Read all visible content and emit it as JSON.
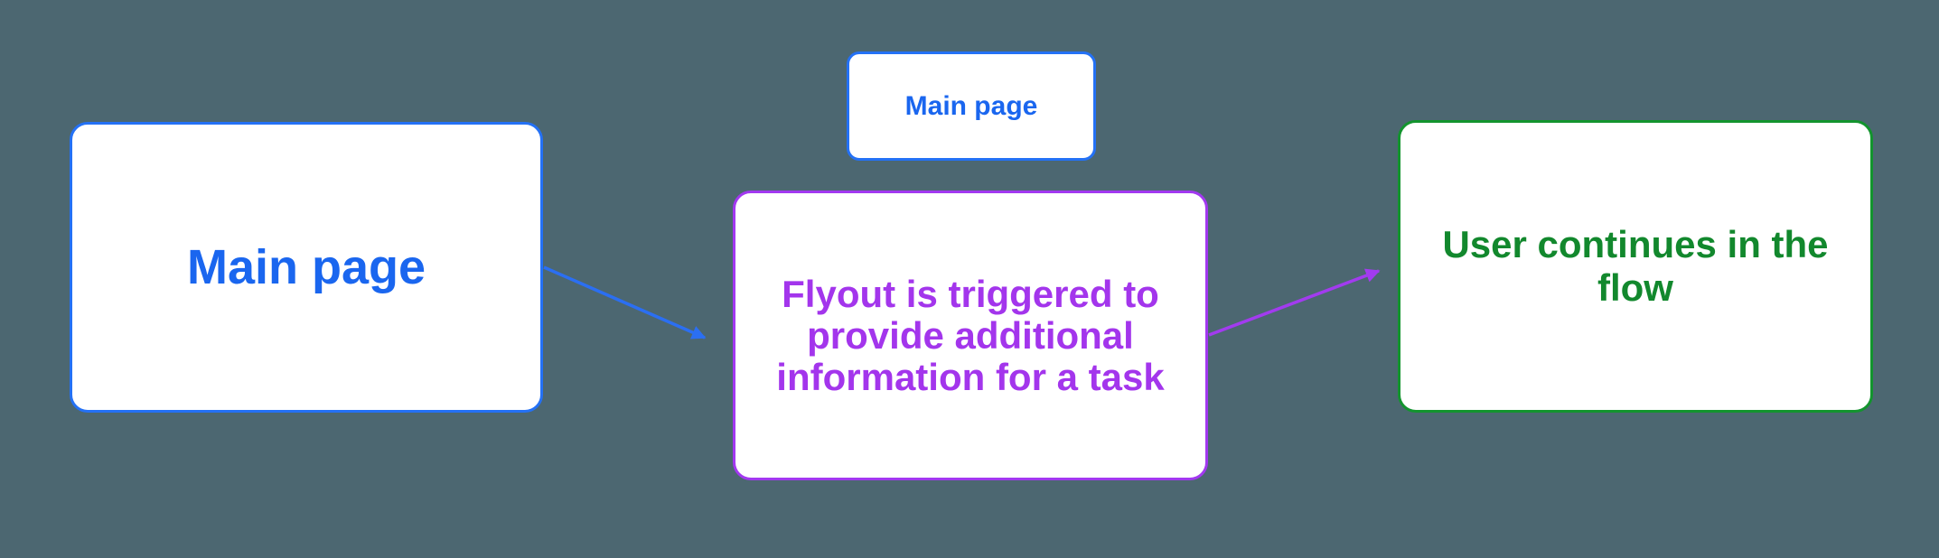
{
  "canvas": {
    "background_color": "#4C6771"
  },
  "nodes": {
    "main_page": {
      "label": "Main page",
      "text_color": "#1A66EF",
      "border_color": "#2471F5",
      "fill_color": "#FFFFFF"
    },
    "main_page_small": {
      "label": "Main page",
      "text_color": "#1A66EF",
      "border_color": "#2471F5",
      "fill_color": "#FFFFFF"
    },
    "flyout": {
      "label": "Flyout is triggered to\nprovide additional\ninformation for a task",
      "text_color": "#A335EC",
      "border_color": "#A238F0",
      "fill_color": "#FFFFFF"
    },
    "user_continues": {
      "label": "User continues in the flow",
      "text_color": "#12882D",
      "border_color": "#13942E",
      "fill_color": "#FFFFFF"
    }
  },
  "arrows": {
    "main_to_flyout": {
      "color": "#2B6FF2",
      "from": "main_page",
      "to": "flyout"
    },
    "flyout_to_user_continues": {
      "color": "#A23BEF",
      "from": "flyout",
      "to": "user_continues"
    }
  }
}
